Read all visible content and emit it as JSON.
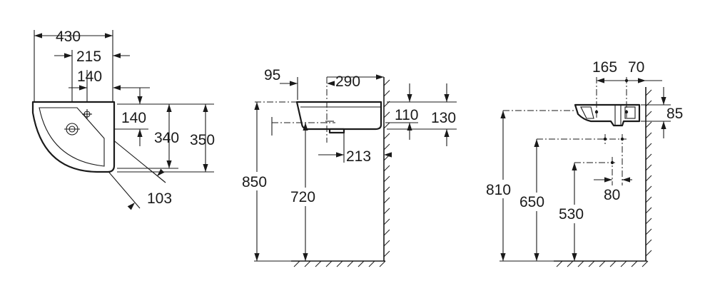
{
  "views": {
    "top": {
      "dims": {
        "overall_width": "430",
        "half_width": "215",
        "tap_offset": "140",
        "tap_depth": "140",
        "inner_depth": "340",
        "overall_depth": "350",
        "diagonal": "103"
      }
    },
    "front": {
      "dims": {
        "left_offset": "95",
        "basin_width": "290",
        "rim_height": "110",
        "overall_height": "130",
        "waste_offset": "213",
        "rim_floor": "850",
        "waste_floor": "720"
      }
    },
    "side": {
      "dims": {
        "tap_pos": "165",
        "wall_gap": "70",
        "bowl_depth": "85",
        "rim_floor": "810",
        "supply_floor": "650",
        "waste_floor": "530",
        "waste_spacing": "80"
      }
    }
  }
}
